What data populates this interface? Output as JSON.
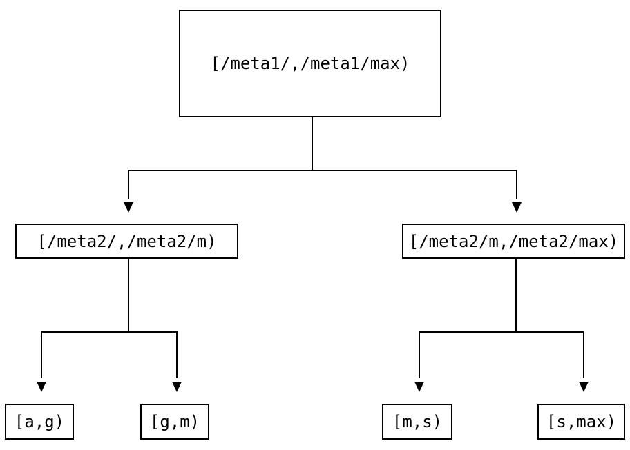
{
  "diagram": {
    "title": "interval-partition-tree",
    "colors": {
      "background": "#ffffff",
      "line": "#000000",
      "box_border": "#000000",
      "box_fill": "#ffffff",
      "text": "#000000"
    },
    "nodes": {
      "root": {
        "label": "[/meta1/,/meta1/max)"
      },
      "left": {
        "label": "[/meta2/,/meta2/m)"
      },
      "right": {
        "label": "[/meta2/m,/meta2/max)"
      },
      "leaf_ag": {
        "label": "[a,g)"
      },
      "leaf_gm": {
        "label": "[g,m)"
      },
      "leaf_ms": {
        "label": "[m,s)"
      },
      "leaf_smax": {
        "label": "[s,max)"
      }
    },
    "edges": [
      {
        "from": "root",
        "to": "left"
      },
      {
        "from": "root",
        "to": "right"
      },
      {
        "from": "left",
        "to": "leaf_ag"
      },
      {
        "from": "left",
        "to": "leaf_gm"
      },
      {
        "from": "right",
        "to": "leaf_ms"
      },
      {
        "from": "right",
        "to": "leaf_smax"
      }
    ]
  }
}
